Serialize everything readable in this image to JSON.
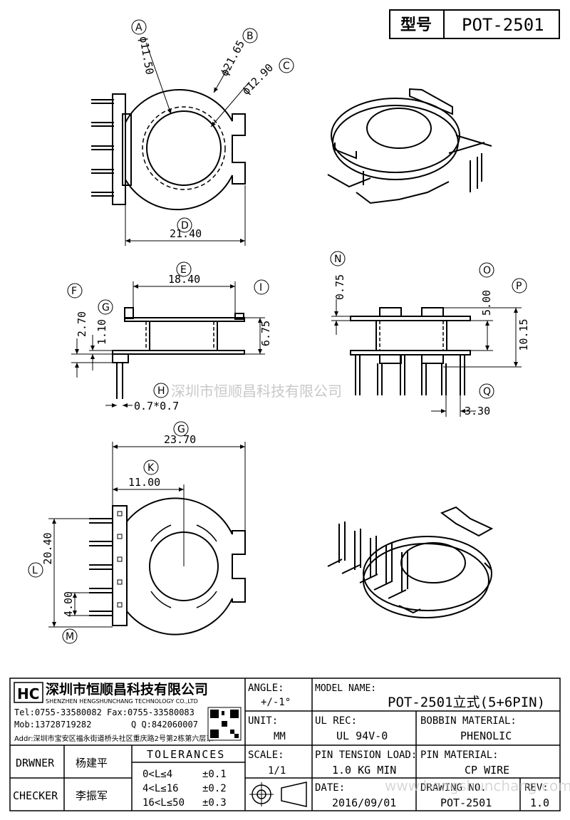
{
  "header": {
    "model_label": "型号",
    "model_value": "POT-2501"
  },
  "top_view": {
    "bubbles": [
      "A",
      "B",
      "C",
      "D"
    ],
    "dims": {
      "a": "ϕ11.50",
      "b": "ϕ21.65",
      "c": "ϕ12.90",
      "d": "21.40"
    }
  },
  "side_view": {
    "bubbles": [
      "E",
      "F",
      "G",
      "H",
      "I"
    ],
    "dims": {
      "e": "18.40",
      "f": "2.70",
      "g": "1.10",
      "h": "0.7*0.7",
      "i": "6.75"
    }
  },
  "front_view": {
    "bubbles": [
      "N",
      "O",
      "P",
      "Q"
    ],
    "dims": {
      "n": "0.75",
      "o": "5.00",
      "p": "10.15",
      "q": "3.30"
    }
  },
  "bottom_view": {
    "bubbles": [
      "G",
      "K",
      "L",
      "M"
    ],
    "dims": {
      "g": "23.70",
      "k": "11.00",
      "l": "20.40",
      "m": "4.00"
    }
  },
  "watermark": {
    "center": "深圳市恒顺昌科技有限公司",
    "bottom": "www.hengshunchang.com"
  },
  "company": {
    "name_cn": "深圳市恒顺昌科技有限公司",
    "name_en": "SHENZHEN HENGSHUNCHANG TECHNOLOGY CO.,LTD",
    "tel": "Tel:0755-33580082 Fax:0755-33580083",
    "mob": "Mob:13728719282",
    "qq": "Q Q:842060007",
    "addr": "Addr:深圳市宝安区福永街道桥头社区重庆路2号第2栋第六层东"
  },
  "titleblock": {
    "angle_label": "ANGLE:",
    "angle_value": "+/-1°",
    "unit_label": "UNIT:",
    "unit_value": "MM",
    "scale_label": "SCALE:",
    "scale_value": "1/1",
    "model_name_label": "MODEL NAME:",
    "model_name_value": "POT-2501立式(5+6PIN)",
    "ul_label": "UL REC:",
    "ul_value": "UL 94V-0",
    "bobbin_label": "BOBBIN MATERIAL:",
    "bobbin_value": "PHENOLIC",
    "tension_label": "PIN TENSION LOAD:",
    "tension_value": "1.0 KG MIN",
    "pin_label": "PIN MATERIAL:",
    "pin_value": "CP WIRE",
    "date_label": "DATE:",
    "date_value": "2016/09/01",
    "drawing_label": "DRAWING NO.",
    "drawing_value": "POT-2501",
    "rev_label": "REV:",
    "rev_value": "1.0",
    "drawer_label": "DRWNER",
    "drawer_value": "杨建平",
    "checker_label": "CHECKER",
    "checker_value": "李振军",
    "tolerances_label": "TOLERANCES",
    "tol_rows": [
      {
        "range": "0<L≤4",
        "tol": "±0.1"
      },
      {
        "range": "4<L≤16",
        "tol": "±0.2"
      },
      {
        "range": "16<L≤50",
        "tol": "±0.3"
      }
    ]
  }
}
